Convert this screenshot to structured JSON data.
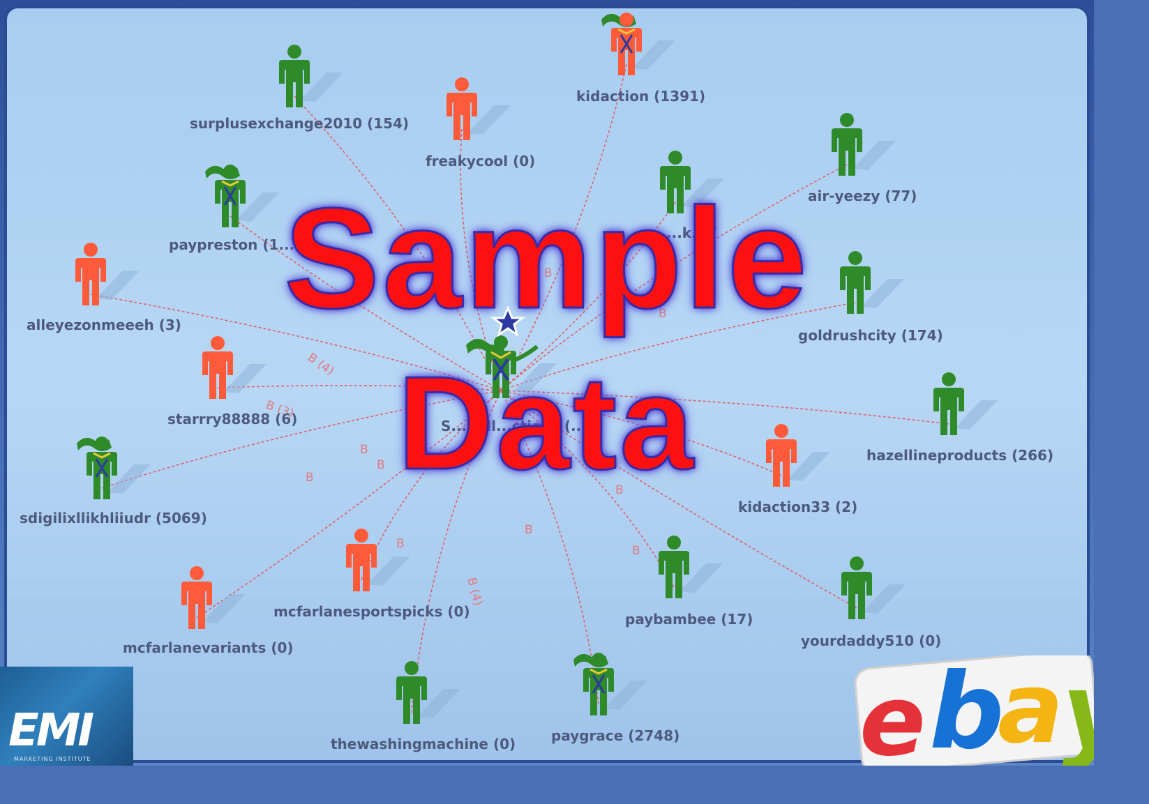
{
  "watermark": {
    "line1": "Sample",
    "line2": "Data"
  },
  "center": {
    "label": "S...doll...ctions (...)"
  },
  "nodes": [
    {
      "id": "surplusexchange2010",
      "label": "surplusexchange2010 (154)",
      "color": "green"
    },
    {
      "id": "freakycool",
      "label": "freakycool (0)",
      "color": "red"
    },
    {
      "id": "kidaction",
      "label": "kidaction (1391)",
      "color": "red-flag"
    },
    {
      "id": "air-yeezy",
      "label": "air-yeezy (77)",
      "color": "green"
    },
    {
      "id": "hidden",
      "label": "...k...7",
      "color": "green"
    },
    {
      "id": "paypreston",
      "label": "paypreston (1...",
      "color": "green-flag"
    },
    {
      "id": "alleyezonmeeeh",
      "label": "alleyezonmeeeh (3)",
      "color": "red"
    },
    {
      "id": "goldrushcity",
      "label": "goldrushcity (174)",
      "color": "green"
    },
    {
      "id": "starrry88888",
      "label": "starrry88888 (6)",
      "color": "red"
    },
    {
      "id": "hazellineproducts",
      "label": "hazellineproducts (266)",
      "color": "green"
    },
    {
      "id": "sdigilixllikhliiudr",
      "label": "sdigilixllikhliiudr (5069)",
      "color": "green-flag"
    },
    {
      "id": "kidaction33",
      "label": "kidaction33 (2)",
      "color": "red"
    },
    {
      "id": "mcfarlanesportspicks",
      "label": "mcfarlanesportspicks (0)",
      "color": "red"
    },
    {
      "id": "paybambee",
      "label": "paybambee (17)",
      "color": "green"
    },
    {
      "id": "yourdaddy510",
      "label": "yourdaddy510 (0)",
      "color": "green"
    },
    {
      "id": "mcfarlanevariants",
      "label": "mcfarlanevariants (0)",
      "color": "red"
    },
    {
      "id": "thewashingmachine",
      "label": "thewashingmachine (0)",
      "color": "green"
    },
    {
      "id": "paygrace",
      "label": "paygrace (2748)",
      "color": "green-flag"
    }
  ],
  "edge_labels": [
    "B (4)",
    "B (3)",
    "B (4)",
    "B",
    "B",
    "B",
    "B",
    "B",
    "B",
    "B",
    "B",
    "B",
    "B"
  ],
  "logos": {
    "emi": {
      "text": "EMI",
      "subtext": "MARKETING INSTITUTE"
    },
    "ebay": {
      "letters": [
        "e",
        "b",
        "a",
        "y"
      ]
    }
  },
  "colors": {
    "person_green": "#2f8a2a",
    "person_red": "#ff5a3a",
    "edge": "#e0626e",
    "label": "#4d5a7d",
    "watermark_fill": "#ff1010",
    "watermark_stroke": "#3a2aa8"
  }
}
